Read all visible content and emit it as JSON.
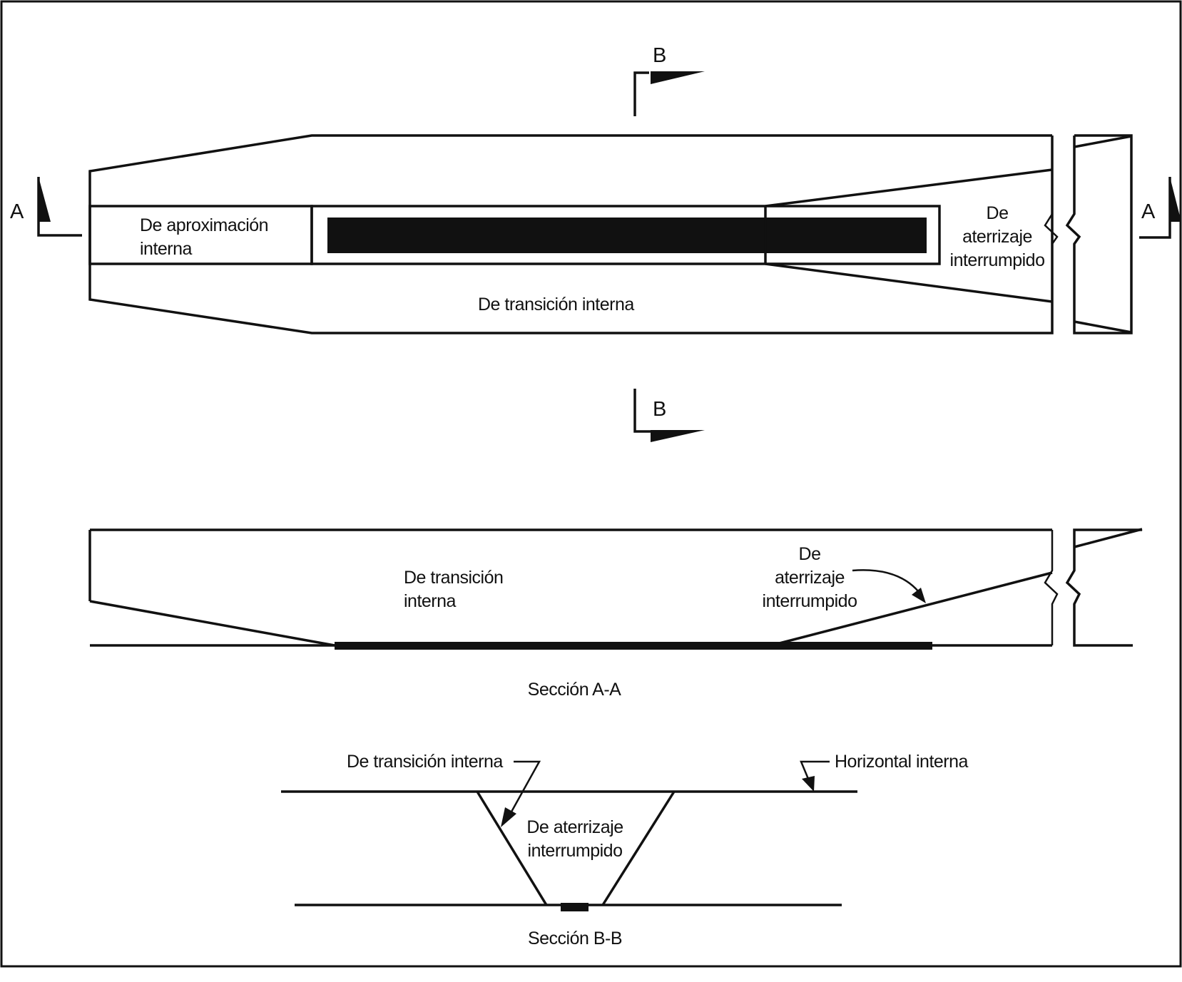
{
  "plan_view": {
    "section_mark_a_left": "A",
    "section_mark_a_right": "A",
    "section_mark_b_top": "B",
    "section_mark_b_bottom": "B",
    "approach_label_line1": "De aproximación",
    "approach_label_line2": "interna",
    "transition_label": "De transición interna",
    "balked_label_line1": "De",
    "balked_label_line2": "aterrizaje",
    "balked_label_line3": "interrumpido"
  },
  "section_aa": {
    "transition_label_line1": "De transición",
    "transition_label_line2": "interna",
    "balked_label_line1": "De",
    "balked_label_line2": "aterrizaje",
    "balked_label_line3": "interrumpido",
    "caption": "Sección A-A"
  },
  "section_bb": {
    "transition_label": "De transición interna",
    "horizontal_label": "Horizontal interna",
    "balked_label_line1": "De aterrizaje",
    "balked_label_line2": "interrumpido",
    "caption": "Sección B-B"
  },
  "colors": {
    "ink": "#111111",
    "background": "#ffffff"
  }
}
